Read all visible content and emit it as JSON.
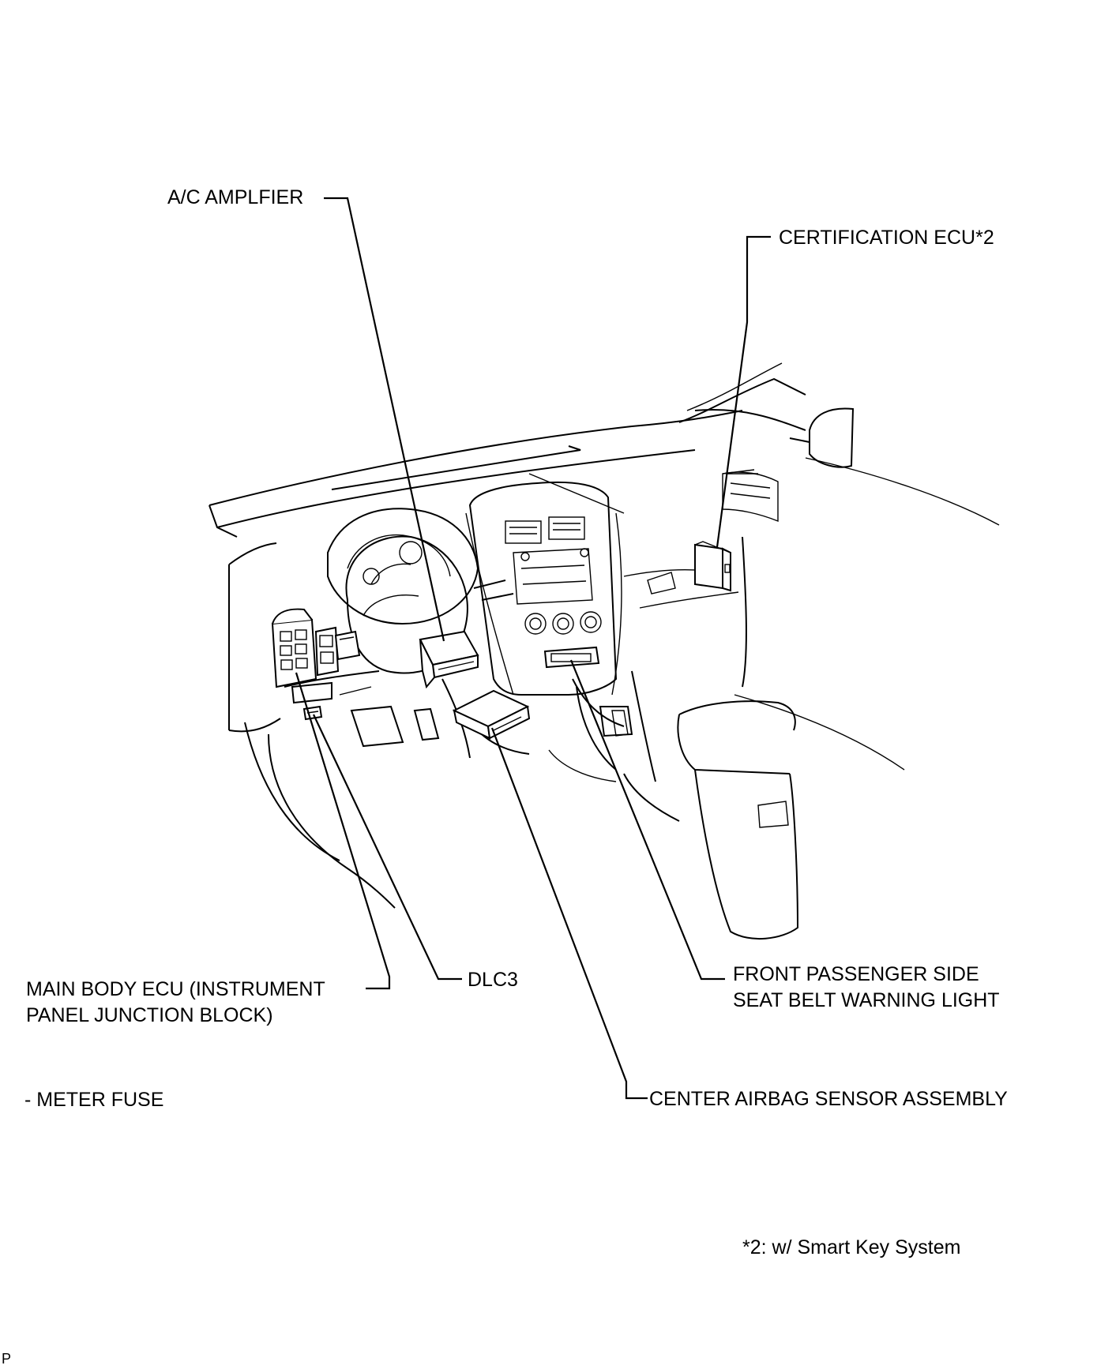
{
  "labels": {
    "ac_amplifier": "A/C AMPLFIER",
    "certification_ecu": "CERTIFICATION ECU*2",
    "main_body_ecu_line1": "MAIN BODY ECU (INSTRUMENT",
    "main_body_ecu_line2": "PANEL JUNCTION BLOCK)",
    "dlc3": "DLC3",
    "front_passenger_line1": "FRONT PASSENGER SIDE",
    "front_passenger_line2": "SEAT BELT WARNING LIGHT",
    "meter_fuse": "- METER FUSE",
    "center_airbag": "CENTER AIRBAG SENSOR ASSEMBLY"
  },
  "footnote": "*2: w/ Smart Key System",
  "corner_mark": "P"
}
